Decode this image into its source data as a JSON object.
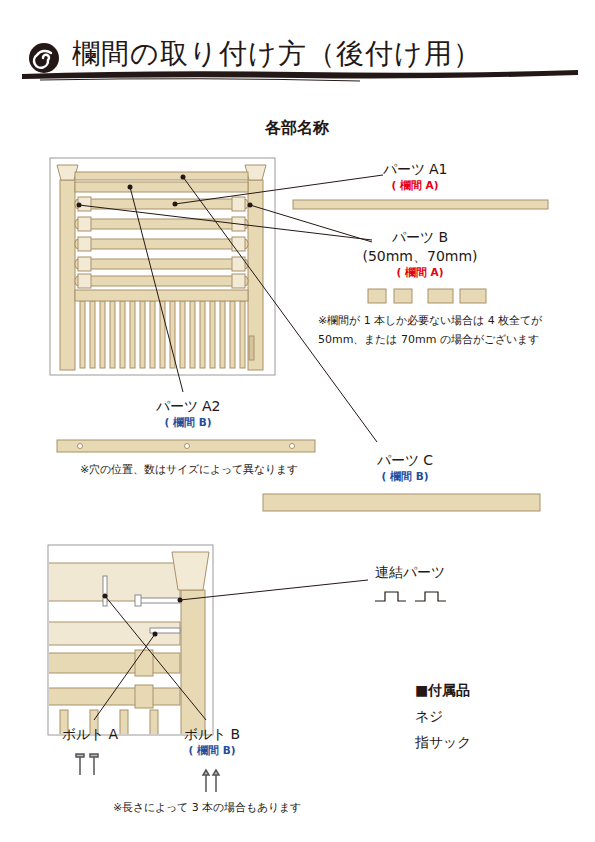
{
  "diagram": {
    "title": "欄間の取り付け方（後付け用）",
    "labels": [
      "各部名称",
      "パーツ A1",
      "( 欄間 A)",
      "パーツ B",
      "(50mm、70mm)",
      "( 欄間 A)",
      "※欄間が 1 本しか必要ない場合は 4 枚全てが 50mm、または 70mm の場合がございます",
      "パーツ A2",
      "( 欄間 B)",
      "※穴の位置、数はサイズによって異なります",
      "パーツ C",
      "( 欄間 B)",
      "連結パーツ",
      "ボルト A",
      "ボルト B",
      "( 欄間 B)",
      "※長さによって 3 本の場合もあります",
      "■付属品",
      "ネジ",
      "指サック"
    ]
  }
}
